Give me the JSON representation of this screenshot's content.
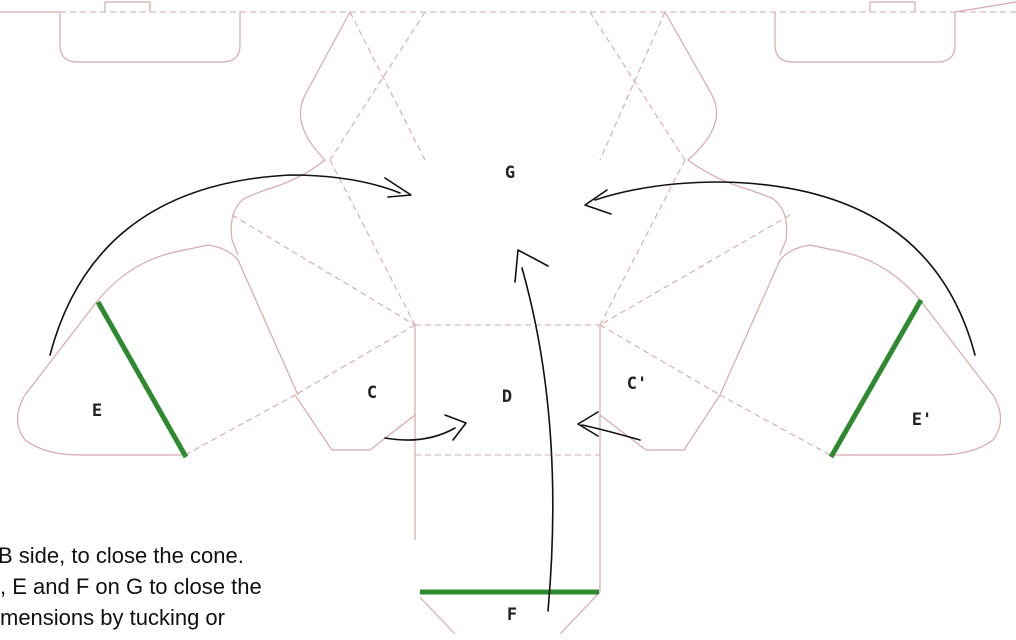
{
  "panels": {
    "g": "G",
    "d": "D",
    "c": "C",
    "c_prime": "C'",
    "e": "E",
    "e_prime": "E'",
    "f": "F"
  },
  "instructions": [
    "B side, to close the cone.",
    ", E and F on G to close the",
    "mensions by tucking or"
  ],
  "colors": {
    "cut_line": "#d7a9ab",
    "fold_line": "#d7a9ab",
    "glue_edge": "#2d8a2f",
    "arrow": "#111111"
  }
}
